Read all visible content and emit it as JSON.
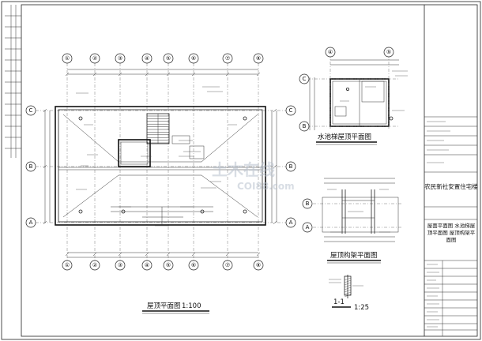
{
  "views": {
    "roof_plan": {
      "title": "屋顶平面图",
      "scale": "1:100"
    },
    "tank_roof_plan": {
      "title": "水池梯屋顶平面图"
    },
    "roof_frame_plan": {
      "title": "屋顶构架平面图"
    },
    "section": {
      "title": "1-1",
      "scale": "1:25"
    }
  },
  "title_block": {
    "project": "农民新社安置住宅楼",
    "drawing_name": "屋面平面图 水池梯屋顶平面图 屋顶构架平面图"
  },
  "grid_axes": {
    "roof_plan_cols": [
      "①",
      "②",
      "③",
      "④",
      "⑤",
      "⑥",
      "⑦",
      "⑧"
    ],
    "roof_plan_rows": [
      "C",
      "B",
      "A"
    ],
    "tank_cols": [
      "④",
      "⑤"
    ],
    "tank_rows": [
      "C",
      "B"
    ],
    "frame_rows": [
      "B",
      "A"
    ]
  },
  "watermark": {
    "text": "土木在线",
    "sub": "COI88.com"
  }
}
